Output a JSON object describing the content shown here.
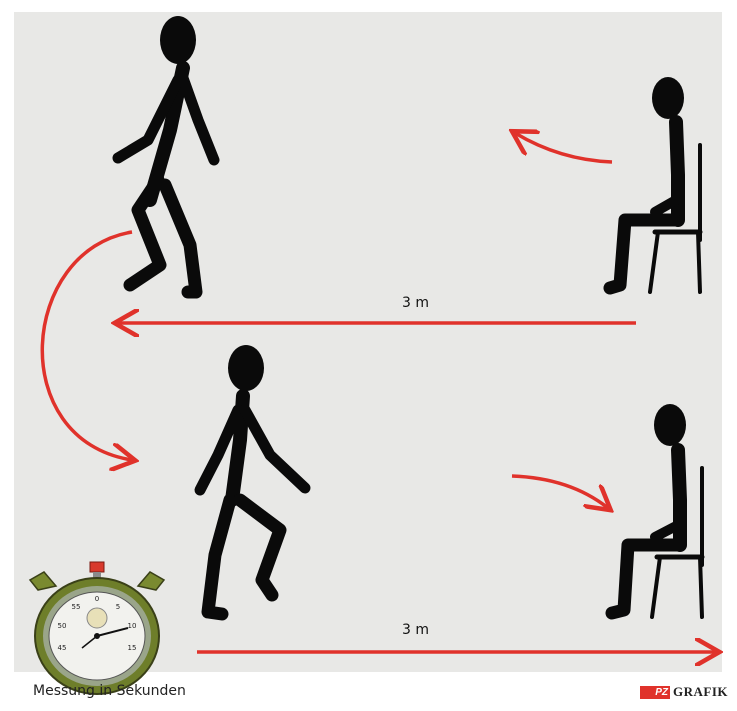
{
  "distance_top": "3 m",
  "distance_bottom": "3 m",
  "caption": "Messung in Sekunden",
  "brand": {
    "mark": "PZ",
    "text": "GRAFIK"
  },
  "stopwatch_ticks": [
    "55",
    "0",
    "5",
    "50",
    "10",
    "45",
    "15"
  ],
  "colors": {
    "background": "#e8e8e6",
    "figure": "#0a0a0a",
    "arrow": "#e0322b"
  }
}
